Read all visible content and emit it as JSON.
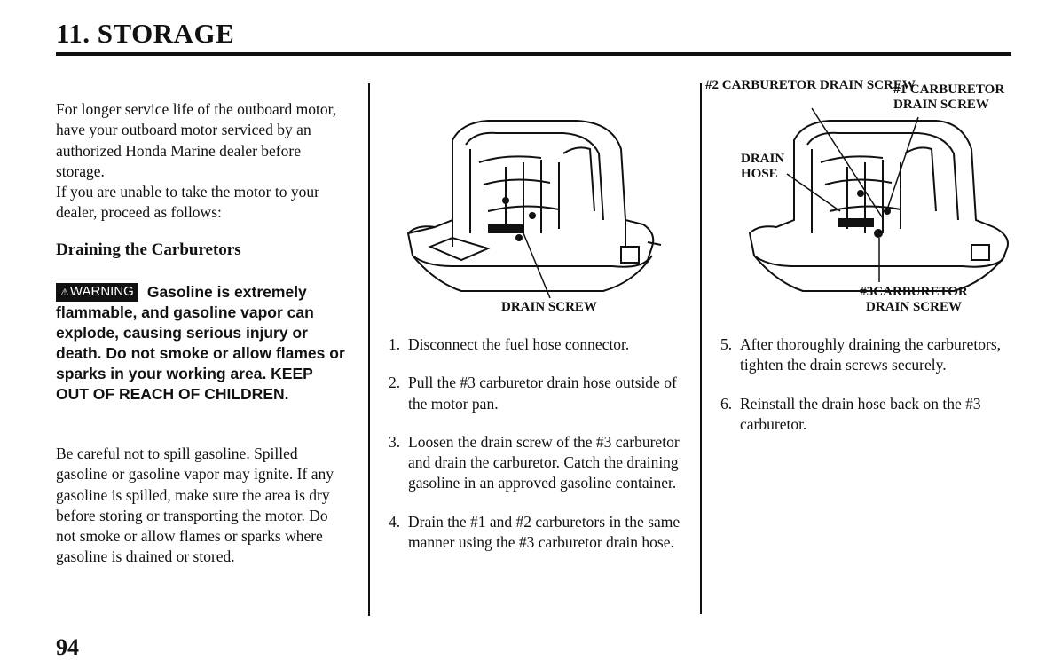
{
  "header": {
    "title": "11. STORAGE"
  },
  "intro": {
    "p1": "For longer service life of the outboard motor, have your outboard motor serviced by an authorized Honda Marine dealer before storage.",
    "p2": "If you are unable to take the motor to your dealer, proceed as follows:"
  },
  "section": {
    "heading": "Draining the Carburetors"
  },
  "warning": {
    "badge": "WARNING",
    "text": "Gasoline is extremely flammable, and gasoline vapor can explode, causing serious injury or death. Do not smoke or allow flames or sparks in your working area. KEEP OUT OF REACH OF CHILDREN."
  },
  "caution": {
    "text": "Be careful not to spill gasoline. Spilled gasoline or gasoline vapor may ignite. If any gasoline is spilled, make sure the area is dry before storing or transporting the motor. Do not smoke or allow flames or sparks where gasoline is drained or stored."
  },
  "figure_left": {
    "callout": "DRAIN SCREW"
  },
  "figure_right": {
    "callout_2": "#2 CARBURETOR DRAIN SCREW",
    "callout_1": "#1 CARBURETOR DRAIN SCREW",
    "callout_hose": "DRAIN HOSE",
    "callout_3": "#3CARBURETOR DRAIN SCREW"
  },
  "steps_mid": [
    {
      "num": "1.",
      "text": "Disconnect the fuel hose connector."
    },
    {
      "num": "2.",
      "text": "Pull the #3 carburetor drain hose outside of the motor pan."
    },
    {
      "num": "3.",
      "text": "Loosen the drain screw of the #3 carburetor and drain the carburetor. Catch the draining gasoline in an approved gasoline container."
    },
    {
      "num": "4.",
      "text": "Drain the #1 and #2 carburetors in the same manner using the #3 carburetor drain hose."
    }
  ],
  "steps_right": [
    {
      "num": "5.",
      "text": "After thoroughly draining the carburetors, tighten the drain screws securely."
    },
    {
      "num": "6.",
      "text": "Reinstall the drain hose back on the #3 carburetor."
    }
  ],
  "footer": {
    "page_number": "94"
  }
}
